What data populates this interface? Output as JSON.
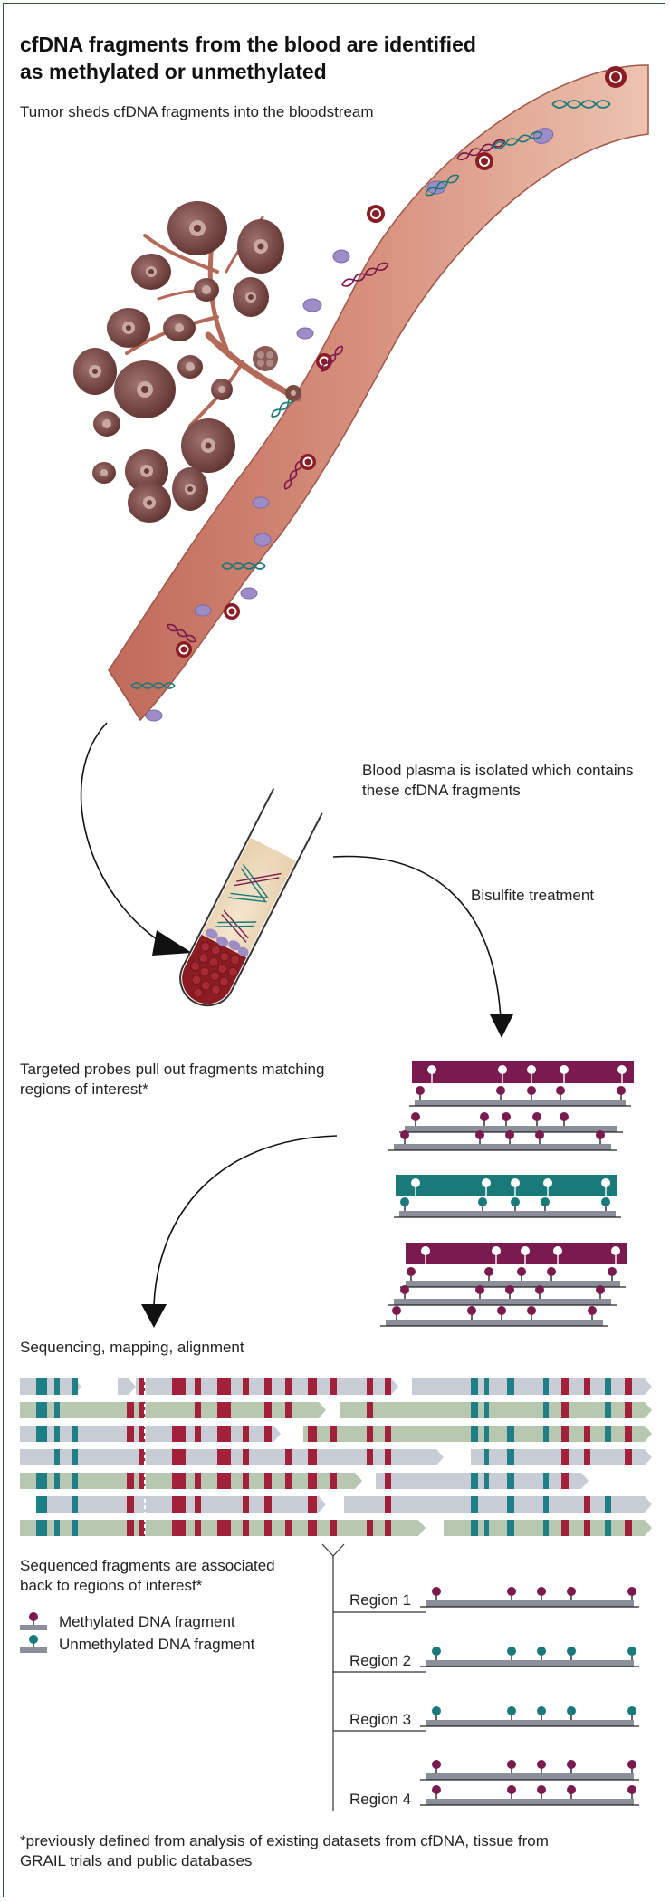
{
  "title_line1": "cfDNA fragments from the blood are identified",
  "title_line2": "as methylated or unmethylated",
  "step1": "Tumor sheds cfDNA fragments into the bloodstream",
  "step2_line1": "Blood plasma is isolated which contains",
  "step2_line2": "these cfDNA fragments",
  "step3": "Bisulfite treatment",
  "step4_line1": "Targeted probes pull out fragments matching",
  "step4_line2": "regions of interest*",
  "step5": "Sequencing, mapping, alignment",
  "step6_line1": "Sequenced fragments are associated",
  "step6_line2": "back to regions of interest*",
  "legend": {
    "methylated": "Methylated DNA fragment",
    "unmethylated": "Unmethylated DNA fragment"
  },
  "regions": [
    "Region 1",
    "Region 2",
    "Region 3",
    "Region 4"
  ],
  "footnote_line1": "*previously defined from analysis of existing datasets from cfDNA, tissue from",
  "footnote_line2": "GRAIL trials and public databases",
  "colors": {
    "methylated": "#7b1a4e",
    "unmethylated": "#1a7a7a",
    "vessel": "#c87868",
    "tumor": "#7a4a44",
    "red_blood_cell": "#8c1c24",
    "white_blood_cell": "#9d8cc6",
    "alignment_red": "#a3203a",
    "alignment_teal": "#1f7f86",
    "fragment_grey": "#c8ccd4",
    "fragment_green": "#b8c8b0"
  }
}
